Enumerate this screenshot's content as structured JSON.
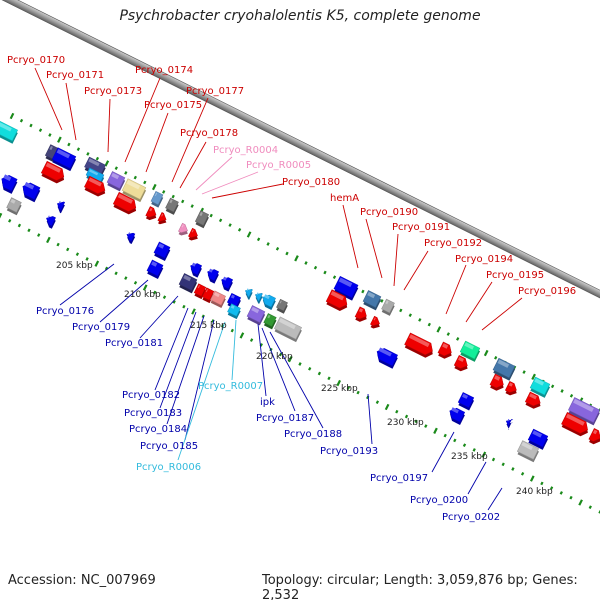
{
  "title": "Psychrobacter cryohalolentis K5, complete genome",
  "accession": "Accession: NC_007969",
  "summary": "Topology: circular; Length: 3,059,876 bp; Genes: 2,532",
  "ticks": [
    "205 kbp",
    "210 kbp",
    "215 kbp",
    "220 kbp",
    "225 kbp",
    "230 kbp",
    "235 kbp",
    "240 kbp"
  ],
  "labels_red": [
    "Pcryo_0170",
    "Pcryo_0171",
    "Pcryo_0173",
    "Pcryo_0174",
    "Pcryo_0175",
    "Pcryo_0177",
    "Pcryo_0178",
    "Pcryo_0180",
    "hemA",
    "Pcryo_0190",
    "Pcryo_0191",
    "Pcryo_0192",
    "Pcryo_0194",
    "Pcryo_0195",
    "Pcryo_0196"
  ],
  "labels_pink": [
    "Pcryo_R0004",
    "Pcryo_R0005"
  ],
  "labels_blue": [
    "Pcryo_0176",
    "Pcryo_0179",
    "Pcryo_0181",
    "Pcryo_0182",
    "Pcryo_0183",
    "Pcryo_0184",
    "Pcryo_0185",
    "ipk",
    "Pcryo_0187",
    "Pcryo_0188",
    "Pcryo_0193",
    "Pcryo_0197",
    "Pcryo_0200",
    "Pcryo_0202"
  ],
  "labels_cyan": [
    "Pcryo_R0007",
    "Pcryo_R0006"
  ],
  "colors": {
    "forward_label": "#cc0000",
    "reverse_label": "#0000aa",
    "rna_forward_label": "#f08cbe",
    "rna_reverse_label": "#33bbdd",
    "backbone": "#8a8a8a",
    "tick": "#1a8a1a",
    "cds": "#e00000",
    "cds_reverse": "#0000dd"
  }
}
